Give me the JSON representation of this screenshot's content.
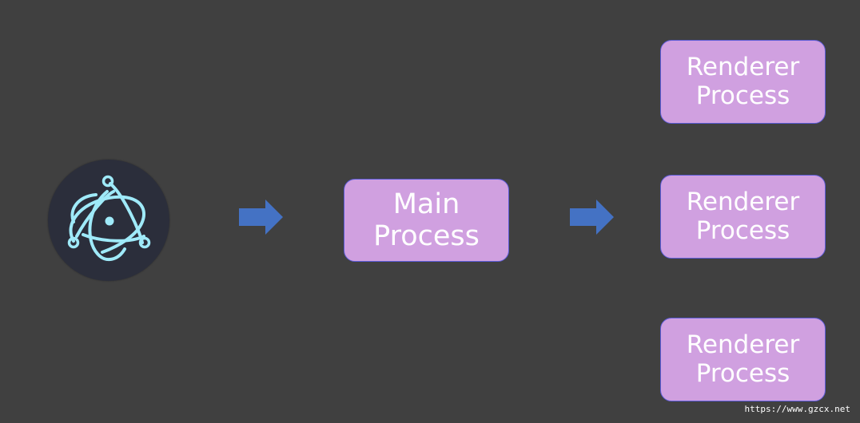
{
  "diagram": {
    "logo_icon": "electron-atom-icon",
    "arrow_icon": "right-arrow-icon",
    "main_process": {
      "line1": "Main",
      "line2": "Process"
    },
    "renderers": [
      {
        "line1": "Renderer",
        "line2": "Process"
      },
      {
        "line1": "Renderer",
        "line2": "Process"
      },
      {
        "line1": "Renderer",
        "line2": "Process"
      }
    ]
  },
  "colors": {
    "background": "#404040",
    "logo_circle": "#2b2e3b",
    "logo_stroke": "#9feaf9",
    "box_fill": "#d0a0e0",
    "box_border": "#5b5bd6",
    "arrow": "#4472c4"
  },
  "watermark": "https://www.gzcx.net"
}
